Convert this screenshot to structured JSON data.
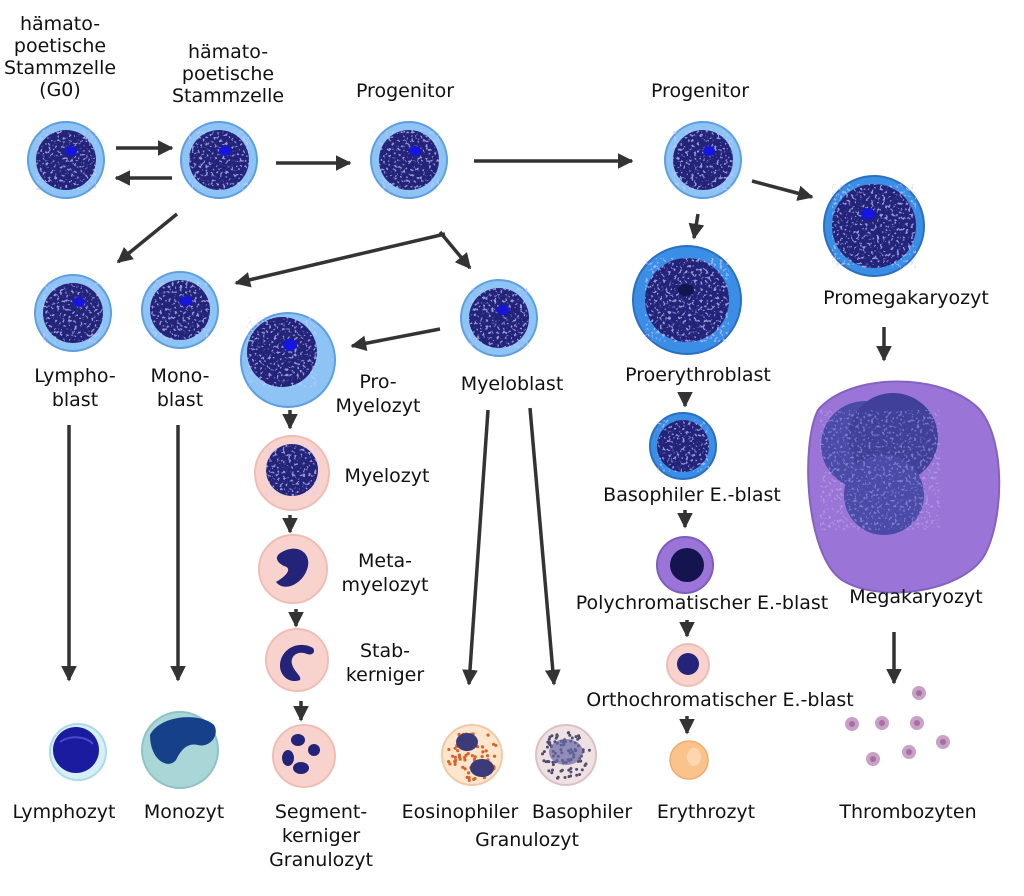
{
  "labels": {
    "hsc_g0": [
      "hämato-",
      "poetische",
      "Stammzelle",
      "(G0)"
    ],
    "hsc": [
      "hämato-",
      "poetische",
      "Stammzelle"
    ],
    "progenitor_1": [
      "Progenitor"
    ],
    "progenitor_2": [
      "Progenitor"
    ],
    "promegakaryozyt": [
      "Promegakaryozyt"
    ],
    "lymphoblast": [
      "Lympho-",
      "blast"
    ],
    "monoblast": [
      "Mono-",
      "blast"
    ],
    "promyelozyt": [
      "Pro-",
      "Myelozyt"
    ],
    "myeloblast": [
      "Myeloblast"
    ],
    "proerythroblast": [
      "Proerythroblast"
    ],
    "myelozyt": [
      "Myelozyt"
    ],
    "metamyelozyt": [
      "Meta-",
      "myelozyt"
    ],
    "stabkerniger": [
      "Stab-",
      "kerniger"
    ],
    "basophiler_eblast": [
      "Basophiler E.-blast"
    ],
    "polychromatischer_eblast": [
      "Polychromatischer E.-blast"
    ],
    "orthochromatischer_eblast": [
      "Orthochromatischer E.-blast"
    ],
    "megakaryozyt": [
      "Megakaryozyt"
    ],
    "lymphozyt": [
      "Lymphozyt"
    ],
    "monozyt": [
      "Monozyt"
    ],
    "segmentkerniger": [
      "Segment-",
      "kerniger",
      "Granulozyt"
    ],
    "eosinophiler": [
      "Eosinophiler"
    ],
    "basophiler": [
      "Basophiler"
    ],
    "granulozyt": [
      "Granulozyt"
    ],
    "erythrozyt": [
      "Erythrozyt"
    ],
    "thrombozyten": [
      "Thrombozyten"
    ]
  },
  "colors": {
    "arrow": "#333333",
    "stem_cytoplasm": "#8ec3f5",
    "stem_nucleus": "#23237a",
    "nucleolus": "#1515e0",
    "proerythro_cytoplasm": "#3a8ee6",
    "myelo_cytoplasm": "#f8d3cd",
    "mega_cytoplasm": "#9a74d6",
    "erythrocyte": "#f9c38b",
    "platelet": "#c9a0c6"
  }
}
